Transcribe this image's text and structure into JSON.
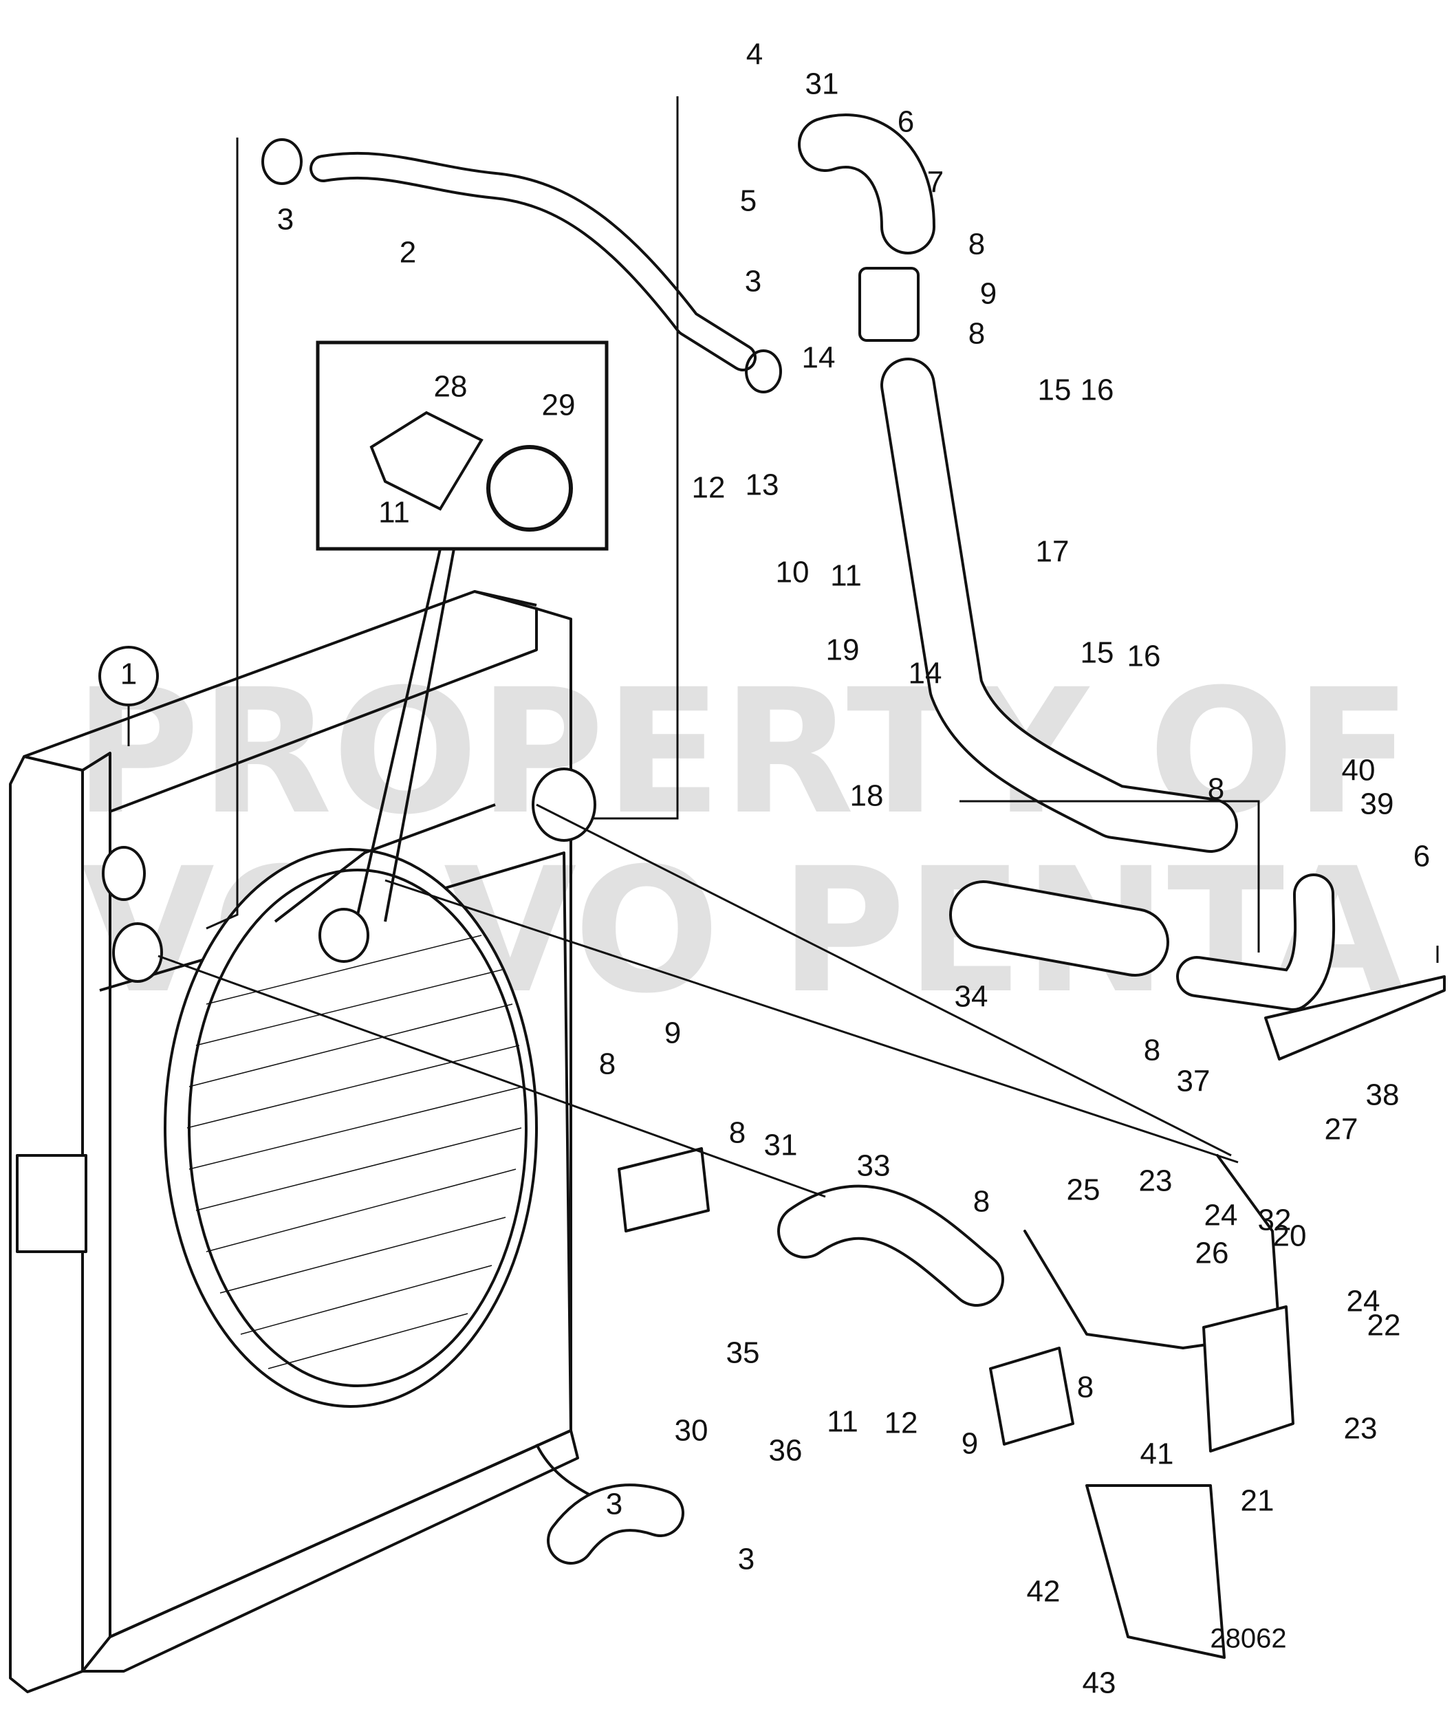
{
  "diagram_number": "28062",
  "watermark": {
    "line1": "PROPERTY OF",
    "line2": "VOLVO PENTA"
  },
  "callouts": [
    "1",
    "2",
    "3",
    "3",
    "3",
    "3",
    "4",
    "5",
    "6",
    "6",
    "7",
    "8",
    "8",
    "8",
    "8",
    "8",
    "8",
    "8",
    "8",
    "9",
    "9",
    "9",
    "10",
    "11",
    "11",
    "11",
    "12",
    "12",
    "13",
    "14",
    "14",
    "15",
    "15",
    "16",
    "16",
    "17",
    "18",
    "19",
    "20",
    "21",
    "22",
    "23",
    "23",
    "24",
    "24",
    "25",
    "26",
    "27",
    "28",
    "29",
    "30",
    "31",
    "31",
    "32",
    "33",
    "34",
    "35",
    "36",
    "37",
    "38",
    "39",
    "40",
    "41",
    "42",
    "43"
  ]
}
